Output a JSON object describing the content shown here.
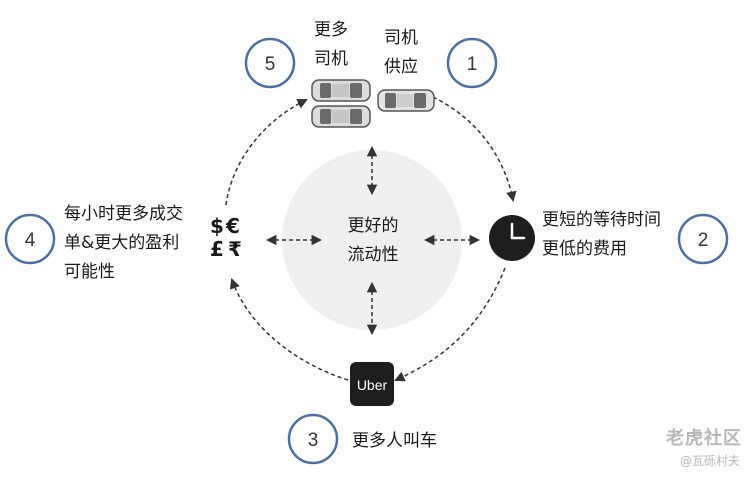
{
  "labels": {
    "more_drivers": "更多\n司机",
    "driver_supply": "司机\n供应",
    "shorter_wait": "更短的等待时间\n更低的费用",
    "more_requests": "更多人叫车",
    "more_profit": "每小时更多成交\n单&更大的盈利\n可能性",
    "center": "更好的\n流动性"
  },
  "steps": [
    "1",
    "2",
    "3",
    "4",
    "5"
  ],
  "uber_logo": "Uber",
  "currency": [
    "$",
    "€",
    "£",
    "₹"
  ],
  "icons": {
    "cars": "car-icon",
    "clock": "clock-icon",
    "uber": "uber-logo-icon",
    "currency": "currency-icon"
  },
  "colors": {
    "step_ring": "#4a6fa5",
    "arrow": "#333333",
    "center_fill": "#efefef",
    "dark_icon": "#1e1e1e"
  },
  "watermark": {
    "main": "老虎社区",
    "sub": "@瓦砾村夫"
  }
}
